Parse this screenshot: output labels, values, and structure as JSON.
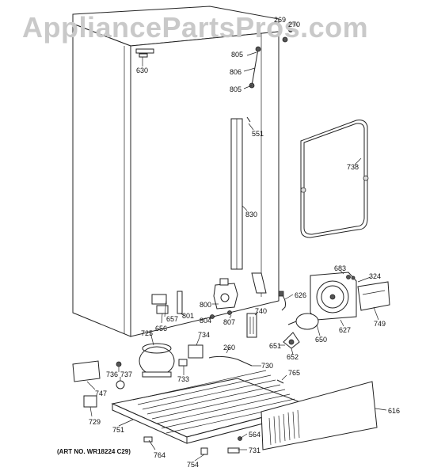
{
  "watermark": "AppliancePartsPros.com",
  "art_number": "(ART NO. WR18224 C29)",
  "labels": {
    "p269": "269",
    "p270": "270",
    "p805a": "805",
    "p806": "806",
    "p805b": "805",
    "p630": "630",
    "p551": "551",
    "p738": "738",
    "p830": "830",
    "p683": "683",
    "p324": "324",
    "p626": "626",
    "p740": "740",
    "p800": "800",
    "p807": "807",
    "p804": "804",
    "p801": "801",
    "p657": "657",
    "p656": "656",
    "p725": "725",
    "p734": "734",
    "p627": "627",
    "p749": "749",
    "p650": "650",
    "p651": "651",
    "p652": "652",
    "p260": "260",
    "p730": "730",
    "p765": "765",
    "p733": "733",
    "p736": "736",
    "p737": "737",
    "p747": "747",
    "p729": "729",
    "p751": "751",
    "p616": "616",
    "p564": "564",
    "p731": "731",
    "p764": "764",
    "p754": "754"
  }
}
